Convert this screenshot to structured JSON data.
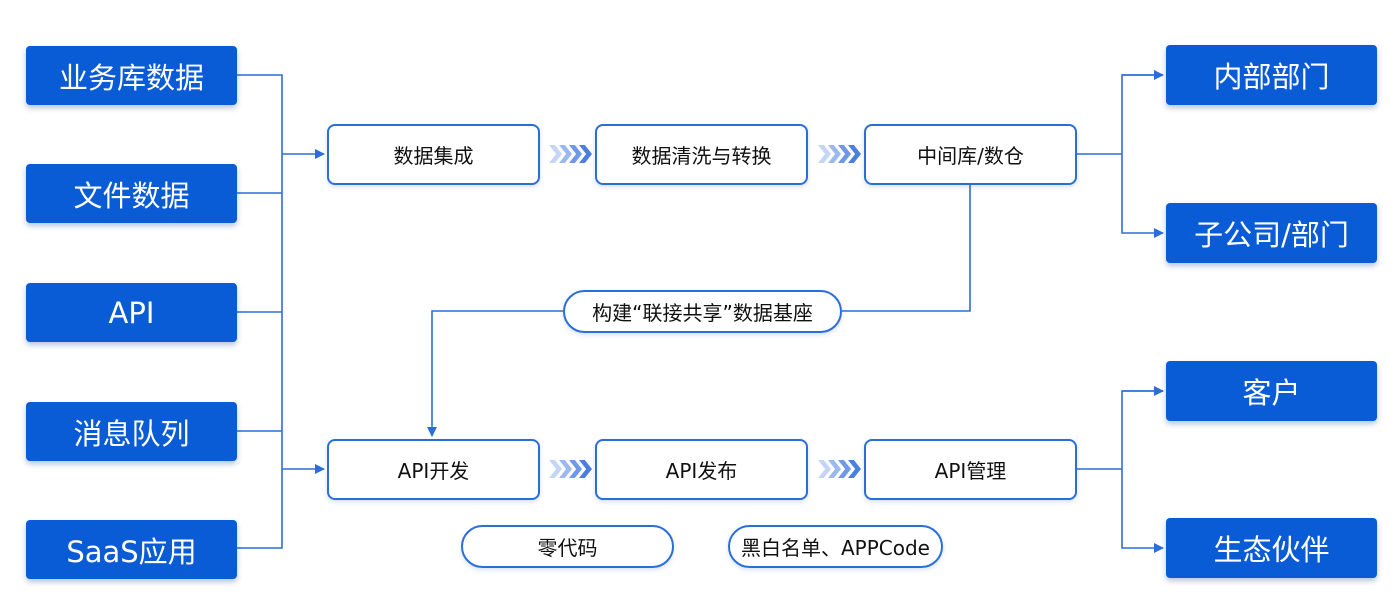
{
  "sources": [
    "业务库数据",
    "文件数据",
    "API",
    "消息队列",
    "SaaS应用"
  ],
  "top_flow": [
    "数据集成",
    "数据清洗与转换",
    "中间库/数仓"
  ],
  "bottom_flow": [
    "API开发",
    "API发布",
    "API管理"
  ],
  "middle_label": "构建“联接共享”数据基座",
  "features": [
    "零代码",
    "黑白名单、APPCode"
  ],
  "targets_top": [
    "内部部门",
    "子公司/部门"
  ],
  "targets_bottom": [
    "客户",
    "生态伙伴"
  ],
  "colors": {
    "primary": "#0a5bd6",
    "line": "#2a6fd8",
    "chevron": "#4a7fdf"
  }
}
